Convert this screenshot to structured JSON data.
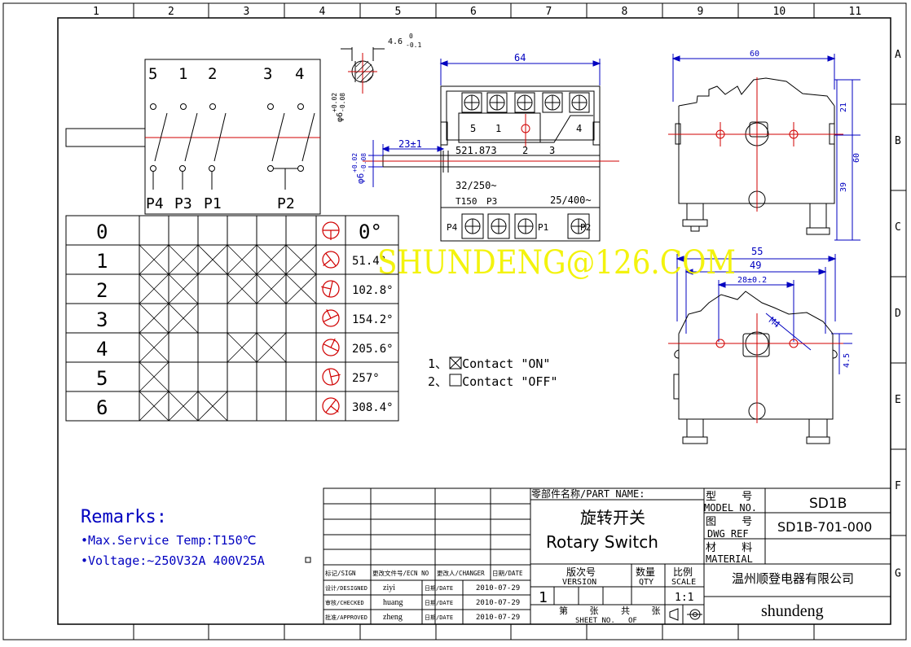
{
  "border": {
    "columns": [
      "1",
      "2",
      "3",
      "4",
      "5",
      "6",
      "7",
      "8",
      "9",
      "10",
      "11"
    ],
    "rows": [
      "A",
      "B",
      "C",
      "D",
      "E",
      "F",
      "G"
    ]
  },
  "schematic": {
    "top_numbers": [
      "5",
      "1",
      "2",
      "3",
      "4"
    ],
    "bottom_labels": [
      "P4",
      "P3",
      "P1",
      "P2"
    ]
  },
  "switch_table": {
    "positions": [
      "0",
      "1",
      "2",
      "3",
      "4",
      "5",
      "6"
    ],
    "angles": [
      "0°",
      "51.4°",
      "102.8°",
      "154.2°",
      "205.6°",
      "257°",
      "308.4°"
    ],
    "contacts": [
      [
        0,
        0,
        0,
        0,
        0,
        0
      ],
      [
        1,
        1,
        1,
        1,
        1,
        1
      ],
      [
        1,
        1,
        0,
        1,
        1,
        1
      ],
      [
        1,
        1,
        0,
        0,
        0,
        0
      ],
      [
        1,
        0,
        0,
        1,
        1,
        0
      ],
      [
        1,
        0,
        0,
        0,
        0,
        0
      ],
      [
        1,
        1,
        1,
        0,
        0,
        0
      ]
    ]
  },
  "legend": {
    "on": "1、  Contact \"ON\"",
    "off": "2、  Contact \"OFF\""
  },
  "shaft_detail": {
    "flat_dim": "4.6",
    "flat_tol_upper": "0",
    "flat_tol_lower": "-0.1",
    "dia_label": "φ6",
    "dia_tol_upper": "+0.02",
    "dia_tol_lower": "-0.08"
  },
  "front_view": {
    "width_dim": "64",
    "shaft_dim": "23±1",
    "dia_label": "φ6",
    "dia_tol_upper": "+0.02",
    "dia_tol_lower": "-0.08",
    "terminal_top": [
      "5",
      "1",
      "4"
    ],
    "model_code": "521.873",
    "mid_numbers": [
      "2",
      "3"
    ],
    "rating_1": "32/250~",
    "rating_2": "25/400~",
    "temp": "T150",
    "p3": "P3",
    "p4": "P4",
    "p1": "P1",
    "p2": "P2"
  },
  "side_view_top": {
    "width_dim": "60",
    "height_dim": "60",
    "dim_21": "21",
    "dim_39": "39"
  },
  "side_view_bottom": {
    "dim_55": "55",
    "dim_49": "49",
    "dim_28": "28±0.2",
    "thread": "M4",
    "dim_45": "4.5"
  },
  "watermark": "SHUNDENG@126.COM",
  "remarks": {
    "title": "Remarks:",
    "items": [
      "•Max.Service Temp:T150℃",
      "•Voltage:~250V32A 400V25A"
    ]
  },
  "title_block": {
    "part_name_label": "零部件名称/PART NAME:",
    "part_name_cn": "旋转开关",
    "part_name_en": "Rotary Switch",
    "model_label_cn": "型    号",
    "model_label_en": "MODEL NO.",
    "model_value": "SD1B",
    "dwg_label_cn": "图    号",
    "dwg_label_en": "DWG REF",
    "dwg_value": "SD1B-701-000",
    "material_label_cn": "材    料",
    "material_label_en": "MATERIAL",
    "company_cn": "温州顺登电器有限公司",
    "company_en": "shundeng",
    "version_cn": "版次号",
    "version_en": "VERSION",
    "version_value": "1",
    "qty_cn": "数量",
    "qty_en": "QTY",
    "scale_cn": "比例",
    "scale_en": "SCALE",
    "scale_value": "1:1",
    "sheet_cn_1": "第    张",
    "sheet_cn_2": "共    张",
    "sheet_en_1": "SHEET NO.",
    "sheet_en_2": "OF",
    "rev_headers": [
      "标记/SIGN",
      "更改文件号/ECN NO",
      "更改人/CHANGER",
      "日期/DATE"
    ],
    "sign_rows": [
      {
        "role": "设计/DESIGNED",
        "name": "ziyi",
        "date_label": "日期/DATE",
        "date": "2010-07-29"
      },
      {
        "role": "审核/CHECKED",
        "name": "huang",
        "date_label": "日期/DATE",
        "date": "2010-07-29"
      },
      {
        "role": "批准/APPROVED",
        "name": "zheng",
        "date_label": "日期/DATE",
        "date": "2010-07-29"
      }
    ]
  }
}
